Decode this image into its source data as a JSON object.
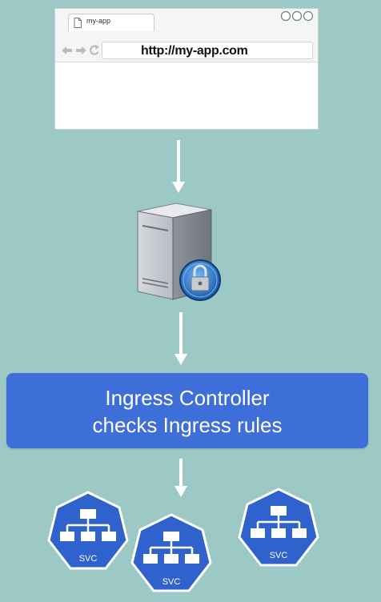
{
  "browser": {
    "tab_label": "my-app",
    "url": "http://my-app.com"
  },
  "ingress": {
    "line1": "Ingress Controller",
    "line2": "checks Ingress rules"
  },
  "services": [
    {
      "label": "SVC"
    },
    {
      "label": "SVC"
    },
    {
      "label": "SVC"
    }
  ],
  "colors": {
    "background": "#9cc9c6",
    "ingress_box": "#3e6fd9",
    "svc_fill": "#2f62cc",
    "arrow": "#ffffff"
  },
  "icons": [
    "page-icon",
    "back-icon",
    "forward-icon",
    "reload-icon",
    "window-controls-icon",
    "down-arrow-icon",
    "server-icon",
    "lock-icon",
    "network-tree-icon"
  ]
}
